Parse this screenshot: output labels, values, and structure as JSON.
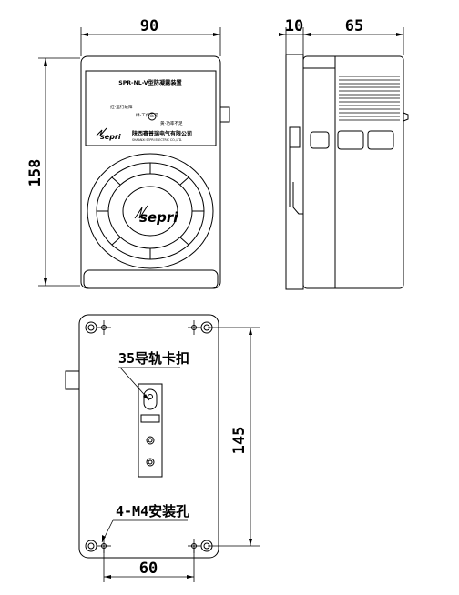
{
  "dimensions": {
    "front_width": "90",
    "height": "158",
    "side_gap": "10",
    "side_depth": "65",
    "mount_height": "145",
    "mount_width": "60"
  },
  "labels": {
    "rail_clip": "35导轨卡扣",
    "mount_holes": "4-M4安装孔"
  },
  "panel": {
    "model": "SPR-NL-V型防凝露装置",
    "legend_red": "红-运行故障",
    "legend_green": "绿-工作正常",
    "legend_yellow": "黄-功率不足",
    "logo": "sepri",
    "company_cn": "陕西赛普瑞电气有限公司",
    "company_en": "SHAANXI SEPRI ELECTRIC CO.,LTD."
  }
}
